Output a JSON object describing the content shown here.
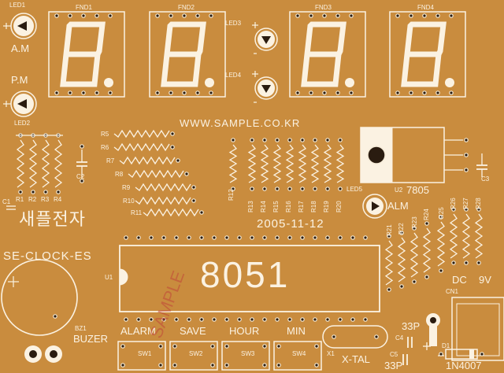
{
  "board": {
    "url": "WWW.SAMPLE.CO.KR",
    "date": "2005-11-12",
    "name": "SE-CLOCK-ES",
    "korean_logo": "새플전자",
    "mcu": "8051",
    "colors": {
      "pcb": "#c98c3e",
      "silk": "#fbf2e2",
      "hole": "#2a1c10",
      "pad": "#f4ead6"
    }
  },
  "leds": {
    "led1": "LED1",
    "led2": "LED2",
    "led3": "LED3",
    "led4": "LED4",
    "led5": "LED5",
    "am": "A.M",
    "pm": "P.M",
    "alm": "ALM"
  },
  "fnd": [
    "FND1",
    "FND2",
    "FND3",
    "FND4"
  ],
  "resistors": {
    "r1": "R1",
    "r2": "R2",
    "r3": "R3",
    "r4": "R4",
    "r5": "R5",
    "r6": "R6",
    "r7": "R7",
    "r8": "R8",
    "r9": "R9",
    "r10": "R10",
    "r11": "R11",
    "r12": "R12",
    "r13": "R13",
    "r14": "R14",
    "r15": "R15",
    "r16": "R16",
    "r17": "R17",
    "r18": "R18",
    "r19": "R19",
    "r20": "R20",
    "r21": "R21",
    "r22": "R22",
    "r23": "R23",
    "r24": "R24",
    "r25": "R25",
    "r26": "R26",
    "r27": "R27",
    "r28": "R28"
  },
  "caps": {
    "c1": "C1",
    "c2": "C2",
    "c3": "C3",
    "c4": "C4",
    "c5": "C5",
    "c33a": "33P",
    "c33b": "33P"
  },
  "parts": {
    "u1": "U1",
    "u2": "U2",
    "reg": "7805",
    "bz1": "BZ1",
    "buzer": "BUZER",
    "x1": "X1",
    "xtal": "X-TAL",
    "d1": "D1",
    "diode": "1N4007",
    "cn1": "CN1",
    "dc": "DC",
    "v9": "9V"
  },
  "switches": [
    {
      "label": "ALARM",
      "ref": "SW1"
    },
    {
      "label": "SAVE",
      "ref": "SW2"
    },
    {
      "label": "HOUR",
      "ref": "SW3"
    },
    {
      "label": "MIN",
      "ref": "SW4"
    }
  ],
  "stamp": "SAMPLE"
}
